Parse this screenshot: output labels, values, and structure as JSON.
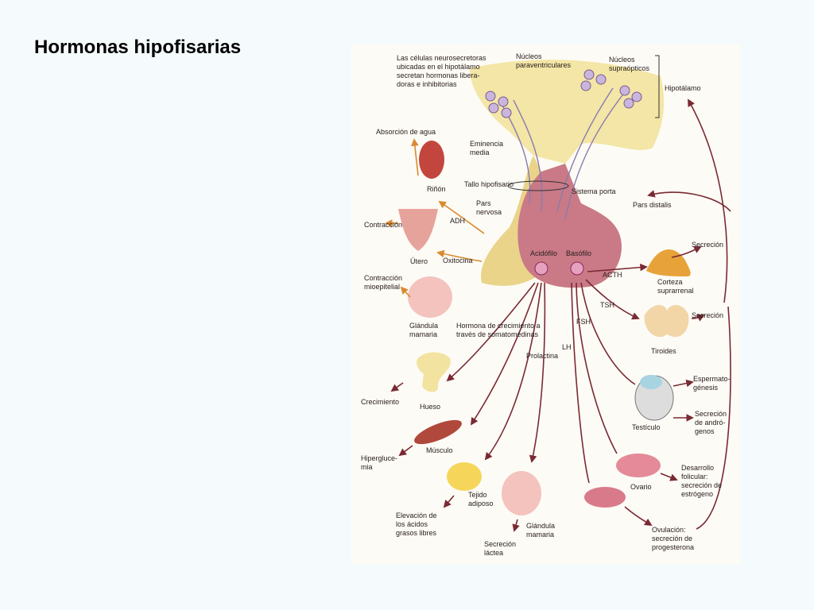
{
  "slide": {
    "title": "Hormonas hipofisarias"
  },
  "colors": {
    "background": "#f5fbfd",
    "hypothalamus": "#f3e6a6",
    "pituitary": "#c97a86",
    "arrow": "#7a2a34"
  },
  "figure": {
    "neurosecretory_note": [
      "Las células neurosecretoras",
      "ubicadas en el hipotálamo",
      "secretan hormonas libera-",
      "doras e inhibitorias"
    ],
    "nucleos_paraventriculares": [
      "Núcleos",
      "paraventriculares"
    ],
    "nucleos_supraopticos": [
      "Núcleos",
      "supraópticos"
    ],
    "hipotalamo": "Hipotálamo",
    "eminencia_media": [
      "Eminencia",
      "media"
    ],
    "tallo_hipofisario": "Tallo hipofisario",
    "sistema_porta": "Sistema porta",
    "pars_distalis": "Pars distalis",
    "pars_nervosa": [
      "Pars",
      "nervosa"
    ],
    "acidofilo": "Acidófilo",
    "basofilo": "Basófilo",
    "absorcion_agua": "Absorción de agua",
    "rinon": "Riñón",
    "adh": "ADH",
    "contraccion": "Contracción",
    "utero": "Útero",
    "oxitocina": "Oxitocina",
    "contraccion_mioepitelial": [
      "Contracción",
      "mioepitelial"
    ],
    "glandula_mamaria_1": [
      "Glándula",
      "mamaria"
    ],
    "hormona_crecimiento": [
      "Hormona de crecimiento a",
      "través de somatomedinas"
    ],
    "prolactina": "Prolactina",
    "acth": "ACTH",
    "tsh": "TSH",
    "fsh": "FSH",
    "lh": "LH",
    "secrecion_1": "Secreción",
    "corteza_suprarrenal": [
      "Corteza",
      "suprarrenal"
    ],
    "secrecion_2": "Secreción",
    "tiroides": "Tiroides",
    "espermatogenesis": [
      "Espermato-",
      "génesis"
    ],
    "testiculo": "Testículo",
    "secrecion_androgenos": [
      "Secreción",
      "de andró-",
      "genos"
    ],
    "crecimiento": "Crecimiento",
    "hueso": "Hueso",
    "musculo": "Músculo",
    "hiperglucemia": [
      "Hipergluce-",
      "mia"
    ],
    "tejido_adiposo": [
      "Tejido",
      "adiposo"
    ],
    "acidos_grasos": [
      "Elevación de",
      "los ácidos",
      "grasos libres"
    ],
    "glandula_mamaria_2": [
      "Glándula",
      "mamaria"
    ],
    "secrecion_lactea": [
      "Secreción",
      "láctea"
    ],
    "ovario": "Ovario",
    "desarrollo_folicular": [
      "Desarrollo",
      "folicular:",
      "secreción de",
      "estrógeno"
    ],
    "ovulacion": [
      "Ovulación:",
      "secreción de",
      "progesterona"
    ]
  }
}
